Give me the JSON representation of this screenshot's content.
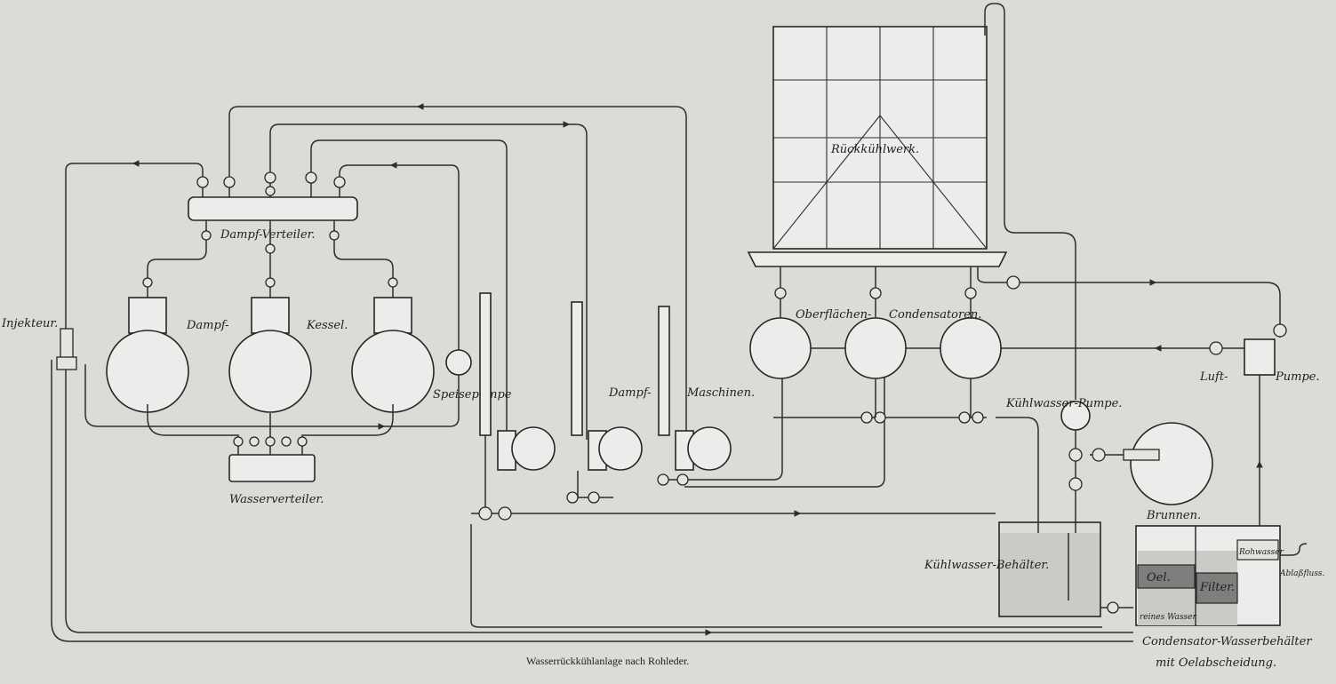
{
  "labels": {
    "cooling_tower": "Rückkühlwerk.",
    "steam_distributor": "Dampf-Verteiler.",
    "boiler_1": "Dampf-",
    "boiler_2": "Kessel.",
    "injector": "Injekteur.",
    "feed_pump": "Speisepumpe",
    "water_distributor": "Wasserverteiler.",
    "engines_1": "Dampf-",
    "engines_2": "Maschinen.",
    "condensers_1": "Oberflächen-",
    "condensers_2": "Condensatoren.",
    "cooling_pump": "Kühlwasser-Pumpe.",
    "air_pump_1": "Luft-",
    "air_pump_2": "Pumpe.",
    "well": "Brunnen.",
    "cooling_tank": "Kühlwasser-Behälter.",
    "oil": "Oel.",
    "filter": "Filter.",
    "raw_water": "Rohwasser",
    "pure_water": "reines Wasser",
    "drain": "Ablaßfluss.",
    "tank_1": "Condensator-Wasserbehälter",
    "tank_2": "mit Oelabscheidung."
  },
  "caption": "Wasserrückkühlanlage nach Rohleder.",
  "colors": {
    "paper": "#dcdcd6",
    "ink": "#262626",
    "oil": "#7d7f7c"
  }
}
